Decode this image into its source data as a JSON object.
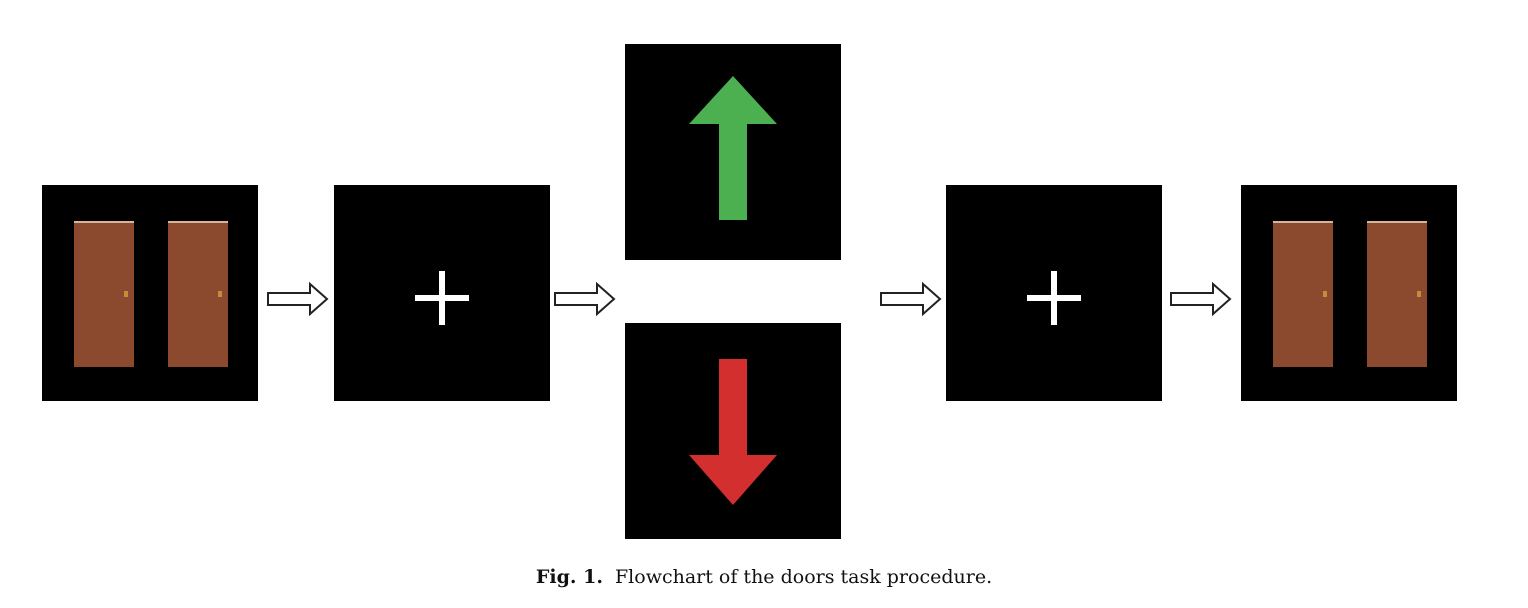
{
  "figure": {
    "caption_label": "Fig. 1.",
    "caption_text": "Flowchart of the doors task procedure.",
    "colors": {
      "panel": "#000000",
      "door": "#8b4a2e",
      "fixation": "#ffffff",
      "up_arrow": "#4caf50",
      "down_arrow": "#d32f2f"
    },
    "panels": [
      {
        "name": "doors-choice-panel",
        "content": "two-doors"
      },
      {
        "name": "fixation-panel-1",
        "content": "fixation-cross"
      },
      {
        "name": "win-feedback-panel",
        "content": "green-up-arrow-icon"
      },
      {
        "name": "loss-feedback-panel",
        "content": "red-down-arrow-icon"
      },
      {
        "name": "fixation-panel-2",
        "content": "fixation-cross"
      },
      {
        "name": "doors-next-trial-panel",
        "content": "two-doors"
      }
    ]
  }
}
